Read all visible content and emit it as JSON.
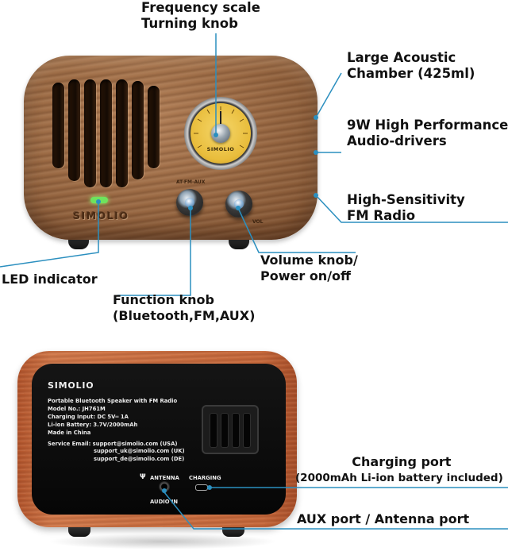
{
  "callouts": {
    "frequency_knob": [
      "Frequency scale",
      "Turning knob"
    ],
    "acoustic_chamber": [
      "Large Acoustic",
      "Chamber (425ml)"
    ],
    "audio_drivers": [
      "9W High Performance",
      "Audio-drivers"
    ],
    "fm_radio": [
      "High-Sensitivity",
      "FM Radio"
    ],
    "led": "LED indicator",
    "volume_knob": [
      "Volume knob/",
      "Power on/off"
    ],
    "function_knob": [
      "Function knob",
      "(Bluetooth,FM,AUX)"
    ],
    "charging_port": [
      "Charging port",
      "(2000mAh Li-ion battery included)"
    ],
    "aux_port": "AUX port / Antenna port"
  },
  "front_radio": {
    "brand": "SIMOLIO",
    "dial_brand": "SIMOLIO",
    "function_knob_text": "AT-FM-AUX",
    "volume_knob_text": "VOL"
  },
  "back_panel": {
    "brand": "SIMOLIO",
    "info_lines": [
      "Portable Bluetooth Speaker with FM Radio",
      "Model No.: JH761M",
      "Charging Input: DC 5V═ 1A",
      "Li-ion Battery: 3.7V/2000mAh",
      "Made in China"
    ],
    "service_label": "Service Email: support@simolio.com (USA)",
    "service_emails": [
      "support_uk@simolio.com (UK)",
      "support_de@simolio.com (DE)"
    ],
    "antenna_label": "ANTENNA",
    "charging_label": "CHARGING",
    "audio_in_label": "AUDIO IN"
  },
  "colors": {
    "leader_line": "#2b8fbf",
    "front_wood": "#9b6a44",
    "back_wood": "#c86a3c",
    "dial_face": "#e9bd3c",
    "led": "#6ee35d"
  }
}
